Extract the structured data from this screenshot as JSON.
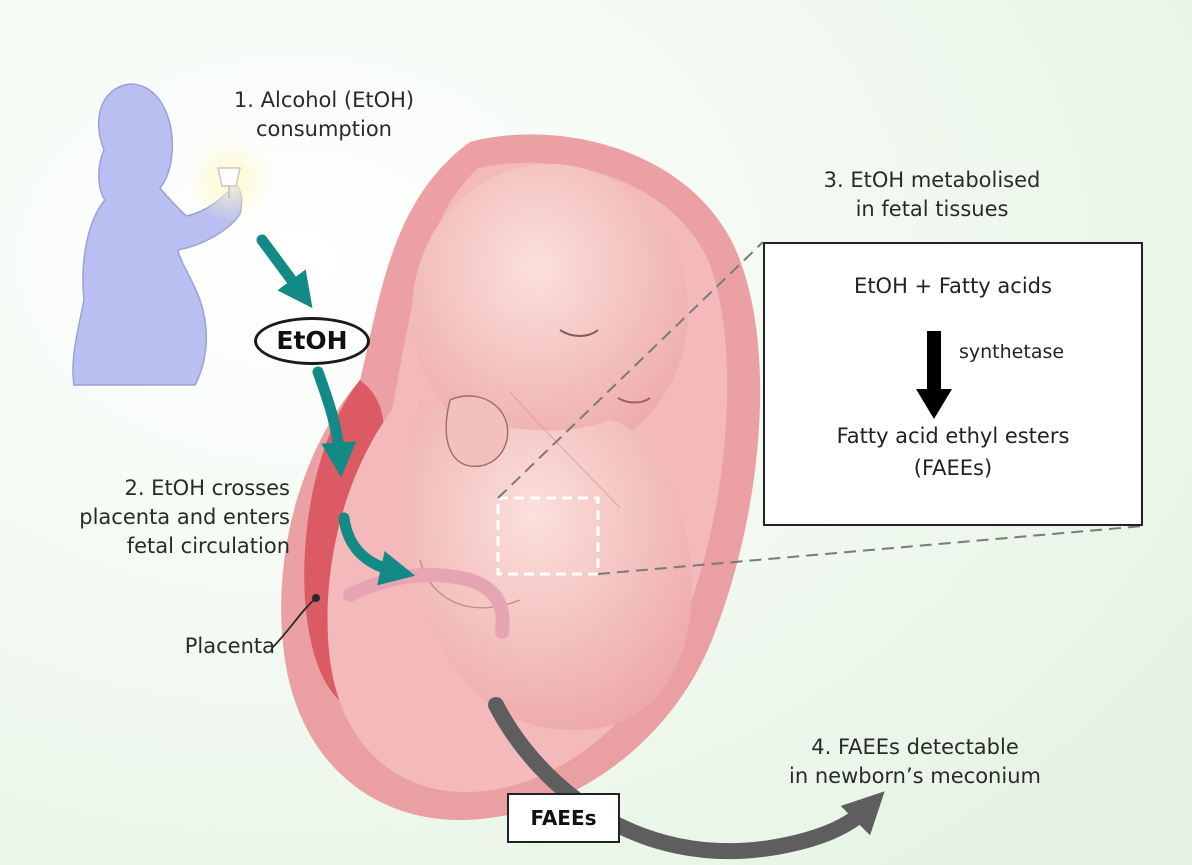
{
  "steps": {
    "step1": [
      "1. Alcohol (EtOH)",
      "consumption"
    ],
    "step2": [
      "2. EtOH crosses",
      "placenta and enters",
      "fetal circulation"
    ],
    "step3": [
      "3. EtOH metabolised",
      "in fetal tissues"
    ],
    "step4": [
      "4. FAEEs detectable",
      "in newborn’s meconium"
    ]
  },
  "labels": {
    "placenta": "Placenta",
    "etoh": "EtOH",
    "faees": "FAEEs"
  },
  "reaction": {
    "reactants": "EtOH + Fatty acids",
    "enzyme": "synthetase",
    "product": [
      "Fatty acid ethyl esters",
      "(FAEEs)"
    ]
  },
  "colors": {
    "background": "#eef7ee",
    "mother_silhouette": "#b9bff0",
    "uterus": "#e98f95",
    "placenta": "#d9525c",
    "fetus_skin": "#f6c7c4",
    "flow_arrow": "#138a86",
    "meconium_arrow": "#5e5e5e"
  }
}
